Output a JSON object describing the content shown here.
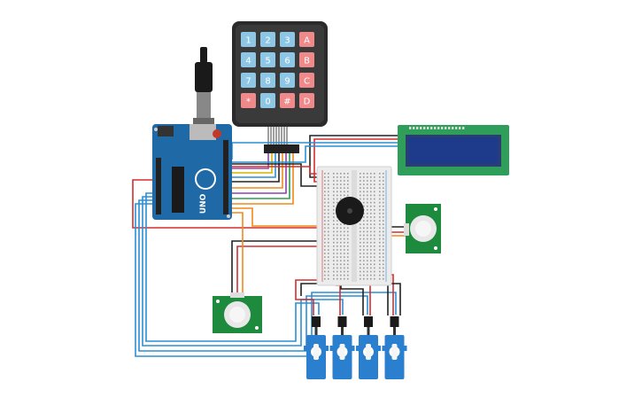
{
  "keypad": {
    "keys": [
      [
        "1",
        "2",
        "3",
        "A"
      ],
      [
        "4",
        "5",
        "6",
        "B"
      ],
      [
        "7",
        "8",
        "9",
        "C"
      ],
      [
        "*",
        "0",
        "#",
        "D"
      ]
    ]
  },
  "arduino": {
    "logo_text": "UNO"
  },
  "colors": {
    "keypad_body": "#2b2b2b",
    "key_number": "#8ec6e6",
    "key_letter": "#f08a8a",
    "arduino_board": "#1f6aa6",
    "lcd_board": "#2f9e5a",
    "lcd_screen": "#1d3b8a",
    "pir_board": "#1d8a3e",
    "servo_body": "#2a7fcf",
    "breadboard": "#ececec",
    "buzzer": "#1a1a1a",
    "wire_red": "#d32f2f",
    "wire_black": "#222222",
    "wire_blue": "#2a8fd6",
    "wire_orange": "#ef8a1c",
    "wire_purple": "#8e44ad",
    "wire_green": "#2e9e4a",
    "wire_yellow": "#d9b400"
  },
  "components": {
    "pir_count": 2,
    "servo_count": 4
  }
}
